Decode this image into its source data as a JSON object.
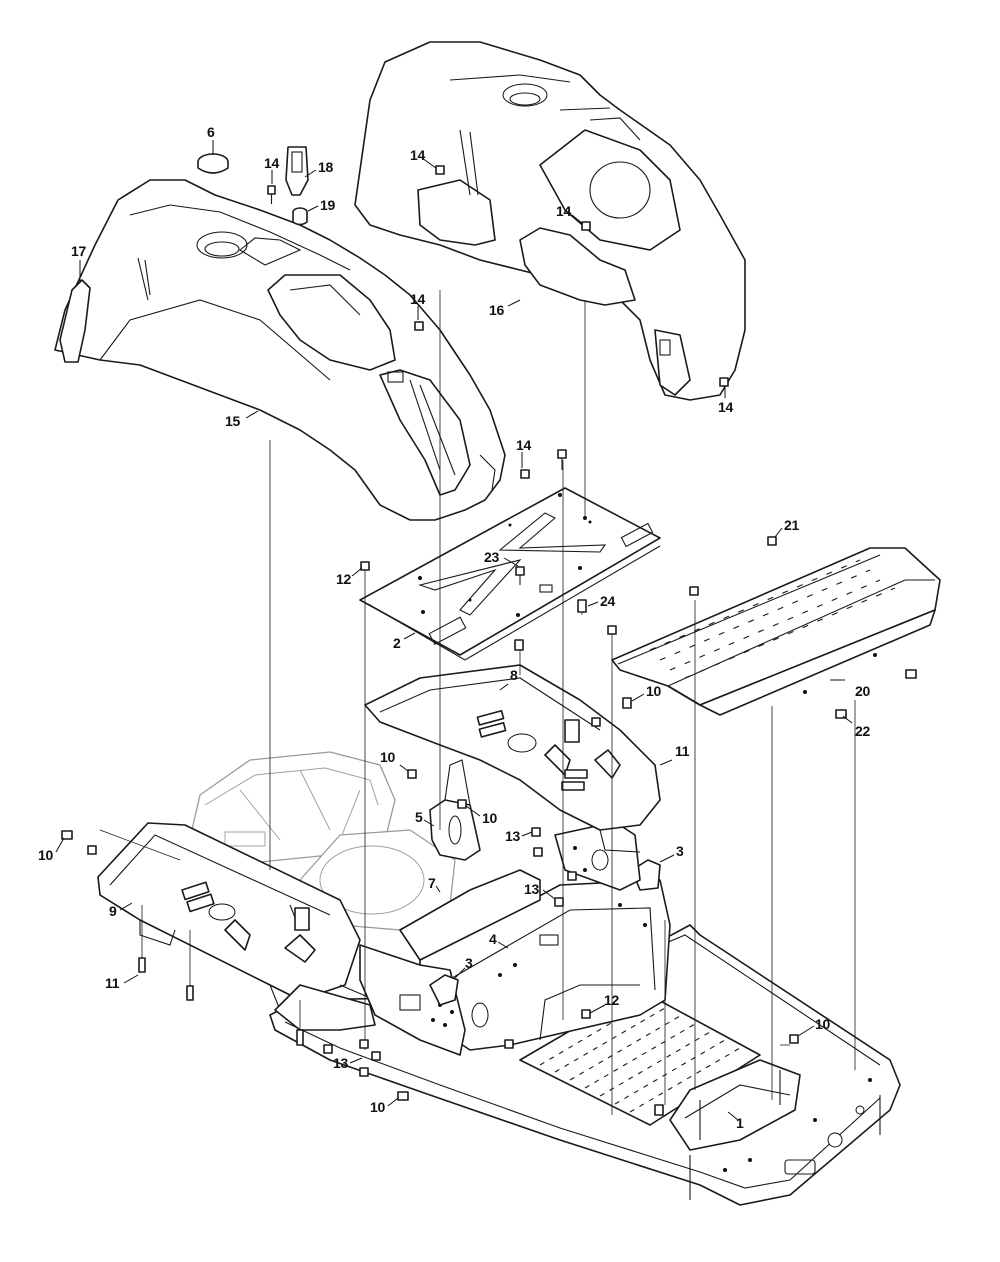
{
  "callouts": [
    {
      "id": "c6",
      "label": "6"
    },
    {
      "id": "c14a",
      "label": "14"
    },
    {
      "id": "c18",
      "label": "18"
    },
    {
      "id": "c19",
      "label": "19"
    },
    {
      "id": "c17",
      "label": "17"
    },
    {
      "id": "c14b",
      "label": "14"
    },
    {
      "id": "c15",
      "label": "15"
    },
    {
      "id": "c14c",
      "label": "14"
    },
    {
      "id": "c14d",
      "label": "14"
    },
    {
      "id": "c14e",
      "label": "14"
    },
    {
      "id": "c16",
      "label": "16"
    },
    {
      "id": "c14f",
      "label": "14"
    },
    {
      "id": "c21",
      "label": "21"
    },
    {
      "id": "c23",
      "label": "23"
    },
    {
      "id": "c12a",
      "label": "12"
    },
    {
      "id": "c24",
      "label": "24"
    },
    {
      "id": "c2",
      "label": "2"
    },
    {
      "id": "c8",
      "label": "8"
    },
    {
      "id": "c10a",
      "label": "10"
    },
    {
      "id": "c20",
      "label": "20"
    },
    {
      "id": "c22",
      "label": "22"
    },
    {
      "id": "c10b",
      "label": "10"
    },
    {
      "id": "c11a",
      "label": "11"
    },
    {
      "id": "c5",
      "label": "5"
    },
    {
      "id": "c10c",
      "label": "10"
    },
    {
      "id": "c10d",
      "label": "10"
    },
    {
      "id": "c13a",
      "label": "13"
    },
    {
      "id": "c3a",
      "label": "3"
    },
    {
      "id": "c7",
      "label": "7"
    },
    {
      "id": "c13b",
      "label": "13"
    },
    {
      "id": "c9",
      "label": "9"
    },
    {
      "id": "c4",
      "label": "4"
    },
    {
      "id": "c11b",
      "label": "11"
    },
    {
      "id": "c3b",
      "label": "3"
    },
    {
      "id": "c12b",
      "label": "12"
    },
    {
      "id": "c10e",
      "label": "10"
    },
    {
      "id": "c13c",
      "label": "13"
    },
    {
      "id": "c10f",
      "label": "10"
    },
    {
      "id": "c1",
      "label": "1"
    }
  ],
  "colors": {
    "line": "#1a1a1a",
    "ghost_line": "#9a9a9a",
    "background": "#ffffff"
  }
}
